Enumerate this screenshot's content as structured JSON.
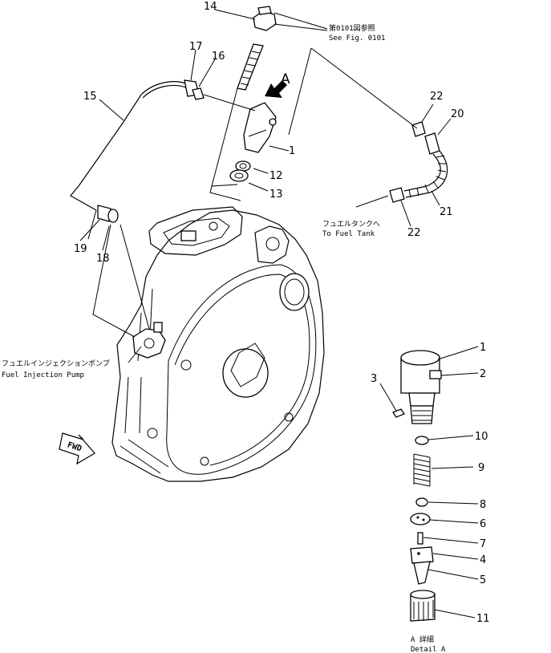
{
  "callouts": {
    "c14": "14",
    "c17": "17",
    "c16": "16",
    "cA": "A",
    "c15": "15",
    "c1_top": "1",
    "c12": "12",
    "c13": "13",
    "c19": "19",
    "c18": "18",
    "c22_top": "22",
    "c20": "20",
    "c21": "21",
    "c22_bottom": "22",
    "d1": "1",
    "d2": "2",
    "d3": "3",
    "d10": "10",
    "d9": "9",
    "d8": "8",
    "d6": "6",
    "d7": "7",
    "d4": "4",
    "d5": "5",
    "d11": "11"
  },
  "notes": {
    "see_fig_jp": "第0101図参照",
    "see_fig_en": "See Fig. 0101",
    "to_tank_jp": "フュエルタンクへ",
    "to_tank_en": "To Fuel Tank",
    "pump_jp": "フュエルインジェクションポンプ",
    "pump_en": "Fuel Injection Pump",
    "detail_jp": "A 詳細",
    "detail_en": "Detail A",
    "fwd": "FWD"
  }
}
